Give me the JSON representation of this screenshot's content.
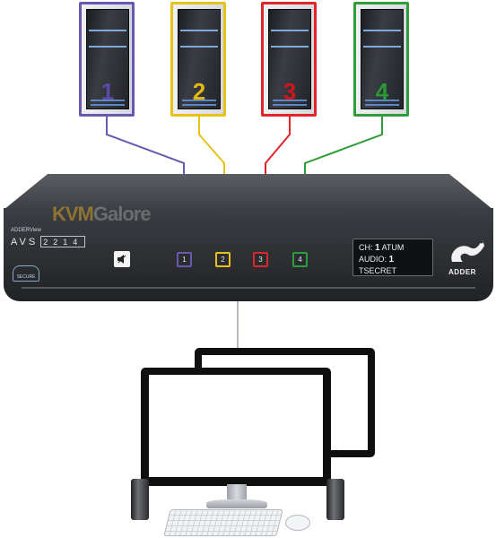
{
  "computers": [
    {
      "number": "1",
      "color": "#6a58b0",
      "num_color": "#5b4aa8"
    },
    {
      "number": "2",
      "color": "#e8c21b",
      "num_color": "#e4b712"
    },
    {
      "number": "3",
      "color": "#e0262a",
      "num_color": "#d4141c"
    },
    {
      "number": "4",
      "color": "#2f9e3a",
      "num_color": "#2a9a36"
    }
  ],
  "watermark": {
    "part1": "KVM",
    "part2": "Galore"
  },
  "kvm": {
    "brand_small": "ADDERView",
    "model_letters": "AVS",
    "model_digits": [
      "2",
      "2",
      "1",
      "4"
    ],
    "secure_label": "SECURE",
    "audio_icon": "speaker-icon",
    "channel_buttons": [
      "1",
      "2",
      "3",
      "4"
    ],
    "lcd": {
      "line1_label": "CH:",
      "line1_value": "1",
      "line1_name": "ATUM",
      "line2_label": "AUDIO:",
      "line2_value": "1",
      "line3": "TSECRET"
    },
    "logo_text": "ADDER"
  }
}
